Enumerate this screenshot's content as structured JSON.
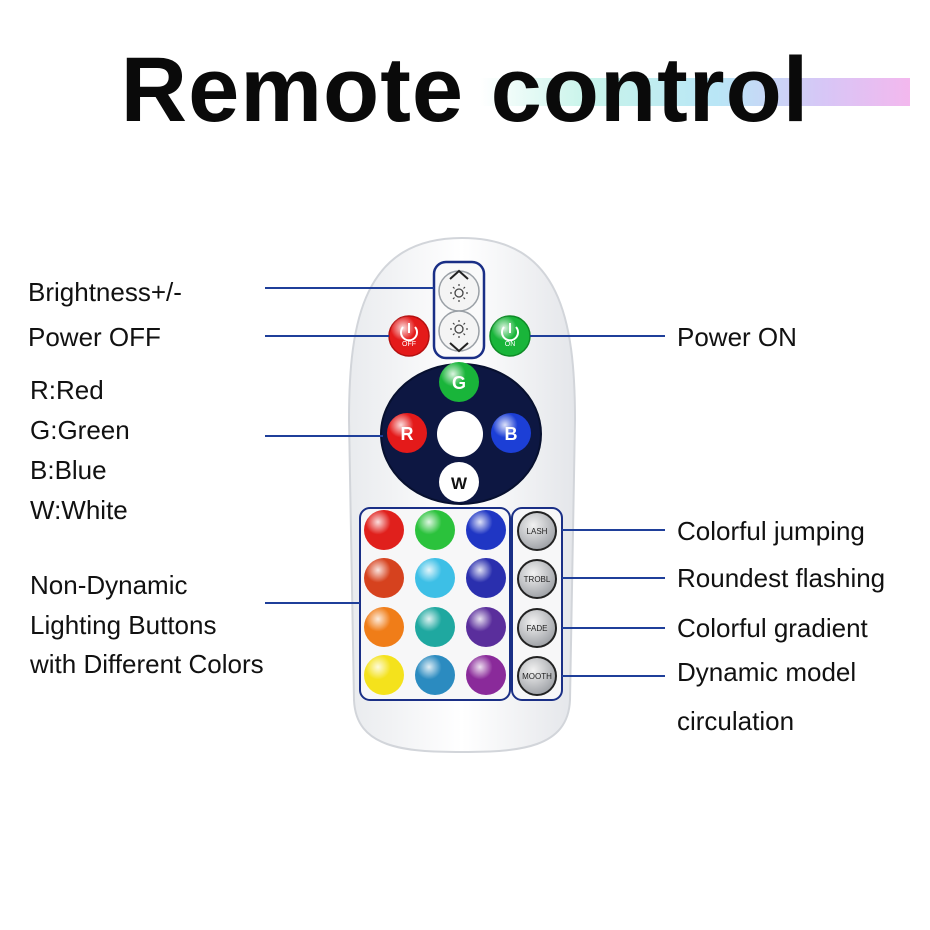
{
  "title": "Remote control",
  "left_labels": {
    "brightness": "Brightness+/-",
    "power_off": "Power OFF",
    "red": "R:Red",
    "green": "G:Green",
    "blue": "B:Blue",
    "white": "W:White",
    "non_dynamic_1": "Non-Dynamic",
    "non_dynamic_2": "Lighting Buttons",
    "non_dynamic_3": "with Different Colors"
  },
  "right_labels": {
    "power_on": "Power ON",
    "flash": "Colorful jumping",
    "strobe": "Roundest flashing",
    "fade": "Colorful gradient",
    "smooth_1": "Dynamic model",
    "smooth_2": "circulation"
  },
  "remote": {
    "off_text": "OFF",
    "on_text": "ON",
    "g_text": "G",
    "r_text": "R",
    "b_text": "B",
    "w_text": "W",
    "mode_buttons": [
      "LASH",
      "TROBL",
      "FADE",
      "MOOTH"
    ]
  },
  "colors": {
    "line": "#1f3f9a",
    "frame": "#1a2f86",
    "red": "#e41a1a",
    "green": "#19b53a",
    "blue": "#1c3fd6",
    "grid": [
      [
        "#e0201c",
        "#2bc23c",
        "#1f36c4"
      ],
      [
        "#d6421e",
        "#3dbfe6",
        "#2a2fae"
      ],
      [
        "#f07d18",
        "#1fa8a0",
        "#5a2e9c"
      ],
      [
        "#f4e21c",
        "#2b8bc0",
        "#8a2a9a"
      ]
    ]
  }
}
